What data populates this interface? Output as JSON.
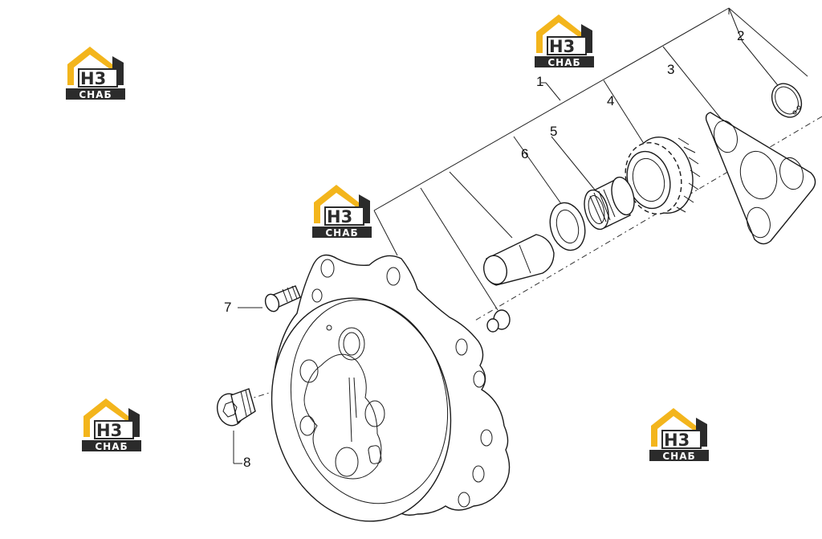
{
  "diagram": {
    "callouts": [
      {
        "id": "1",
        "label": "1"
      },
      {
        "id": "2",
        "label": "2"
      },
      {
        "id": "3",
        "label": "3"
      },
      {
        "id": "4",
        "label": "4"
      },
      {
        "id": "5",
        "label": "5"
      },
      {
        "id": "6",
        "label": "6"
      },
      {
        "id": "7",
        "label": "7"
      },
      {
        "id": "8",
        "label": "8"
      }
    ]
  },
  "watermark": {
    "letters": "H3",
    "text": "СНАБ",
    "colors": {
      "yellow": "#f3b51c",
      "dark": "#2b2b2b"
    }
  }
}
